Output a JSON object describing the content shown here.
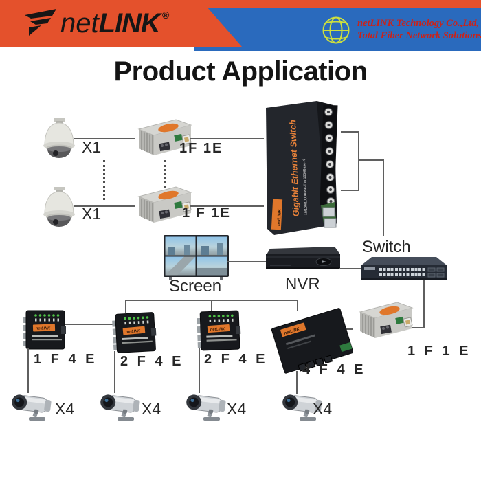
{
  "header": {
    "brand_pre": "net",
    "brand_bold": "LINK",
    "registered": "®",
    "company_line1": "netLINK Technology Co.,Ltd,",
    "company_line2": "Total Fiber Network Solutions"
  },
  "title": "Product Application",
  "diagram": {
    "top_rows": [
      {
        "count": "X1",
        "label": "1F 1E"
      },
      {
        "count": "X1",
        "label": "1 F 1E"
      }
    ],
    "screen_label": "Screen",
    "nvr_label": "NVR",
    "switch_label": "Switch",
    "bottom_units": [
      {
        "label": "1 F 4 E",
        "count": "X4"
      },
      {
        "label": "2 F 4 E",
        "count": "X4"
      },
      {
        "label": "2 F 4 E",
        "count": "X4"
      },
      {
        "label": "4 F 4 E",
        "count": "X4"
      },
      {
        "label": "1 F 1 E"
      }
    ],
    "devices": {
      "gigabit_switch_title": "Gigabit Ethernet Switch",
      "gigabit_switch_sub": "10/100/1000Base-T to 1000Base-X",
      "brand_label": "netLINK"
    }
  },
  "icons": {
    "logo_mark": "netlink-wing-icon",
    "globe": "globe-icon"
  },
  "colors": {
    "header_orange": "#e4512c",
    "header_blue": "#2a6abd",
    "company_red": "#c9231a",
    "accent_orange": "#e0772b",
    "line_gray": "#5f5f5f",
    "globe_green": "#cddf3e"
  }
}
